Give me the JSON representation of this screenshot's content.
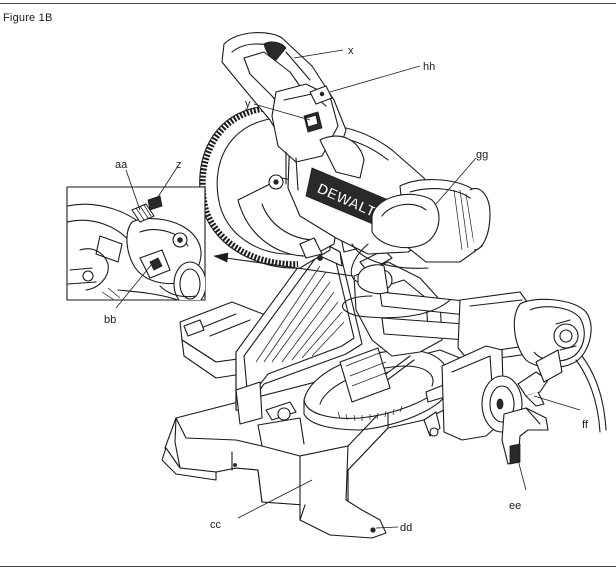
{
  "figure": {
    "title": "Figure 1B"
  },
  "brand": {
    "logo_text": "DEWALT"
  },
  "callouts": {
    "x": "x",
    "hh": "hh",
    "y": "y",
    "aa": "aa",
    "z": "z",
    "gg": "gg",
    "bb": "bb",
    "ff": "ff",
    "ee": "ee",
    "cc": "cc",
    "dd": "dd"
  }
}
